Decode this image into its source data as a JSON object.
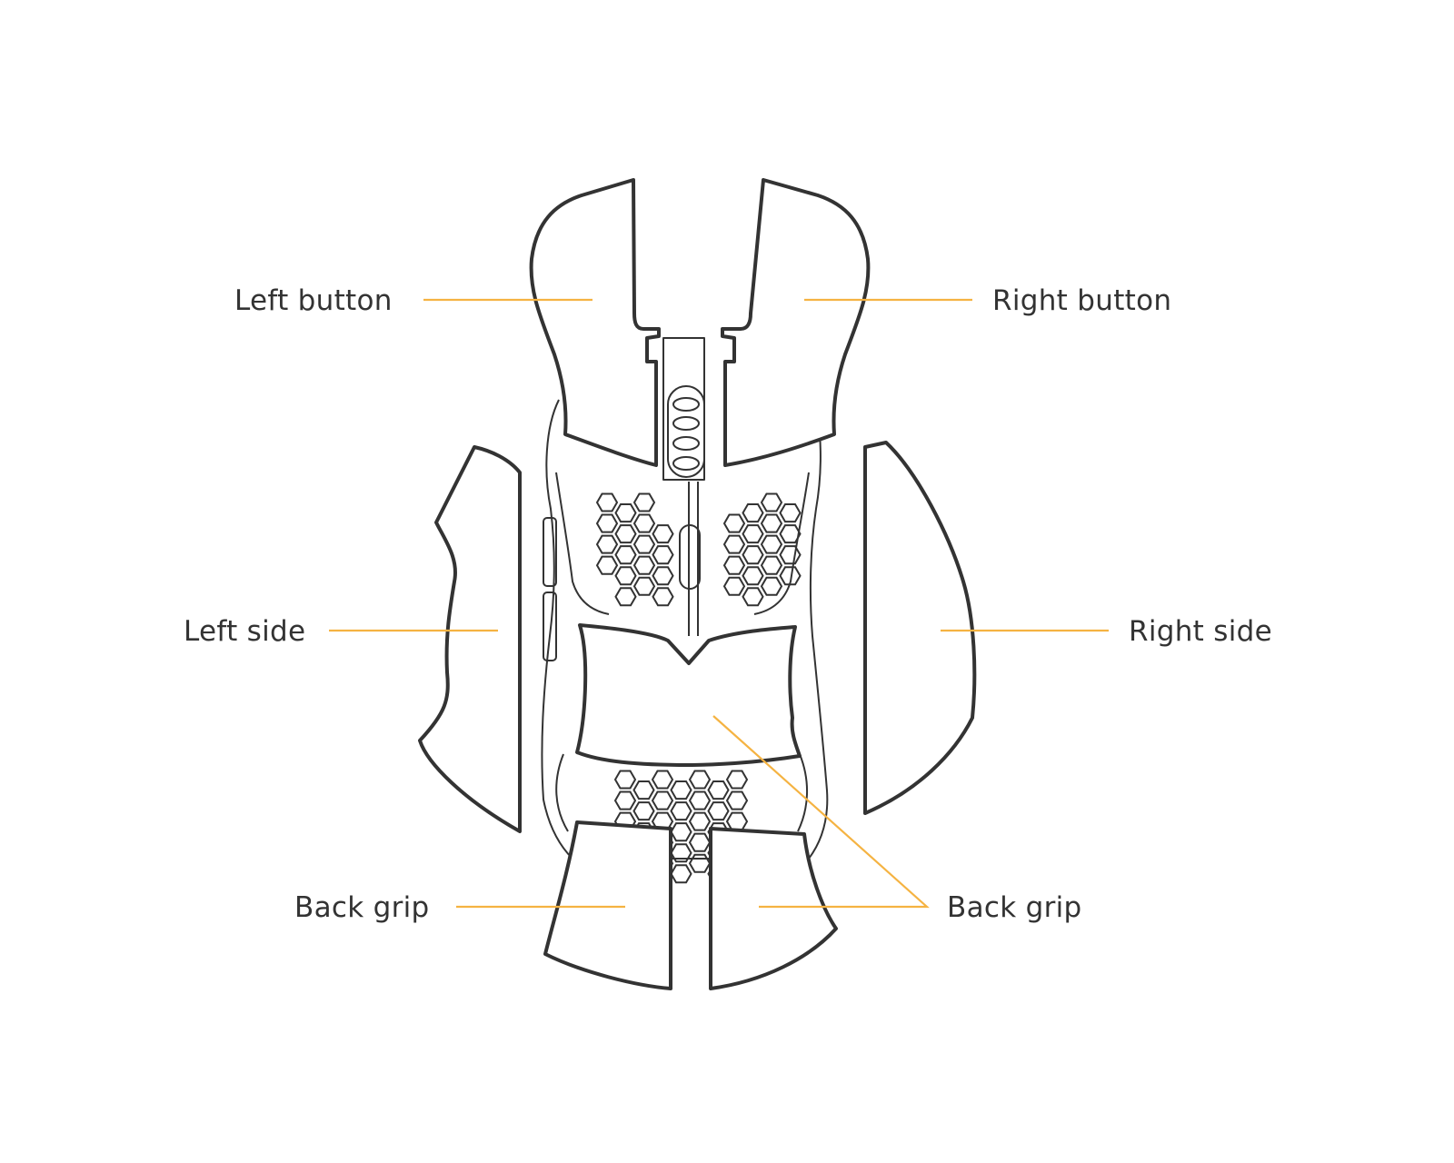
{
  "colors": {
    "background": "#ffffff",
    "outline": "#333333",
    "leader_line": "#f5b342"
  },
  "labels": {
    "left_button": "Left button",
    "right_button": "Right button",
    "left_side": "Left side",
    "right_side": "Right side",
    "back_grip_left": "Back grip",
    "back_grip_right": "Back grip"
  }
}
